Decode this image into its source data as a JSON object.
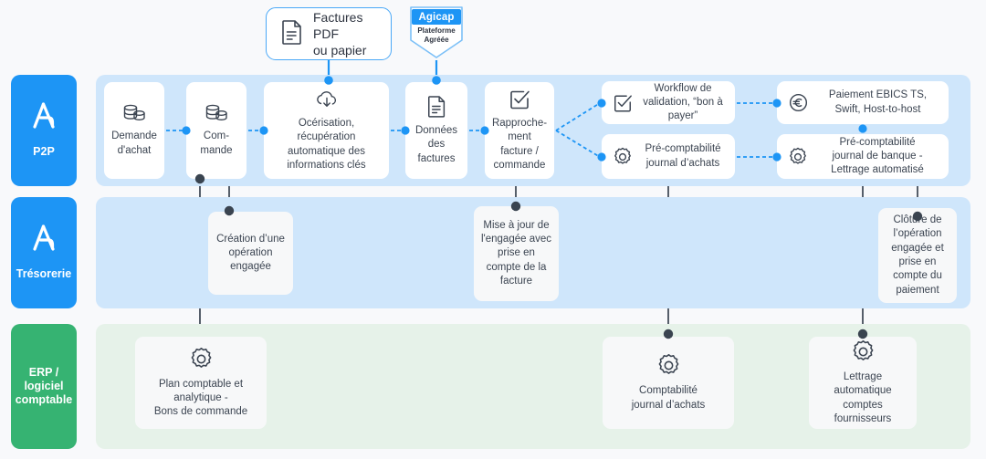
{
  "colors": {
    "accent_blue": "#1d95f5",
    "band_blue": "#cfe6fb",
    "band_green": "#e6f2e9",
    "rail_green": "#36b372",
    "connector_dark": "#3a4450",
    "page_bg": "#f8f9fb"
  },
  "top_sources": {
    "invoices": {
      "label": "Factures PDF\nou papier",
      "icon": "document-icon"
    },
    "badge": {
      "title": "Agicap",
      "subtitle": "Plateforme\nAgréée",
      "icon": "shield-badge-icon"
    }
  },
  "rows": [
    {
      "id": "p2p",
      "rail": {
        "label": "P2P",
        "logo": "agicap-logo-icon",
        "color": "#1d95f5"
      },
      "cards": [
        {
          "id": "demande-achat",
          "label": "Demande\nd'achat",
          "icon": "coins-stack-icon"
        },
        {
          "id": "commande",
          "label": "Com-\nmande",
          "icon": "coins-stack-icon"
        },
        {
          "id": "ocerisation",
          "label": "Océrisation,\nrécupération\nautomatique des\ninformations clés",
          "icon": "cloud-download-icon"
        },
        {
          "id": "donnees-factures",
          "label": "Données\ndes\nfactures",
          "icon": "document-icon"
        },
        {
          "id": "rapprochement",
          "label": "Rapproche-\nment\nfacture /\ncommande",
          "icon": "check-square-icon"
        },
        {
          "id": "workflow-validation",
          "label": "Workflow de\nvalidation, “bon à\npayer”",
          "icon": "check-square-icon"
        },
        {
          "id": "pre-compta-achats",
          "label": "Pré-comptabilité\njournal d’achats",
          "icon": "gear-icon"
        },
        {
          "id": "paiement-ebics",
          "label": "Paiement EBICS TS,\nSwift, Host-to-host",
          "icon": "euro-circle-icon"
        },
        {
          "id": "pre-compta-banque",
          "label": "Pré-comptabilité\njournal de banque -\nLettrage automatisé",
          "icon": "gear-icon"
        }
      ]
    },
    {
      "id": "tresorerie",
      "rail": {
        "label": "Trésorerie",
        "logo": "agicap-logo-icon",
        "color": "#1d95f5"
      },
      "cards": [
        {
          "id": "creation-operation",
          "label": "Création d’une\nopération\nengagée",
          "icon": null
        },
        {
          "id": "maj-engagee",
          "label": "Mise à jour de\nl'engagée avec\nprise en\ncompte de la\nfacture",
          "icon": null
        },
        {
          "id": "cloture-operation",
          "label": "Clôture de\nl’opération\nengagée et\nprise en\ncompte du\npaiement",
          "icon": null
        }
      ]
    },
    {
      "id": "erp",
      "rail": {
        "label": "ERP /\nlogiciel\ncomptable",
        "logo": null,
        "color": "#36b372"
      },
      "cards": [
        {
          "id": "plan-comptable",
          "label": "Plan comptable et\nanalytique -\nBons de commande",
          "icon": "gear-icon"
        },
        {
          "id": "comptabilite-achats",
          "label": "Comptabilité\njournal d’achats",
          "icon": "gear-icon"
        },
        {
          "id": "lettrage-fournisseurs",
          "label": "Lettrage\nautomatique\ncomptes\nfournisseurs",
          "icon": "gear-icon"
        }
      ]
    }
  ]
}
